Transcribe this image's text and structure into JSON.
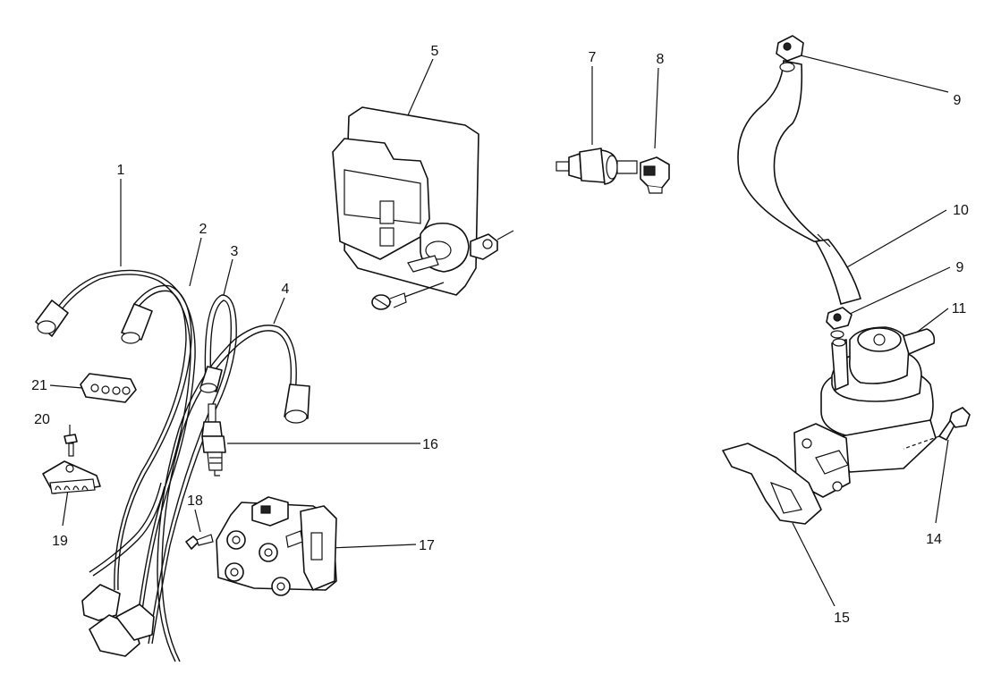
{
  "callouts": [
    {
      "id": "c1",
      "text": "1"
    },
    {
      "id": "c2",
      "text": "2"
    },
    {
      "id": "c3",
      "text": "3"
    },
    {
      "id": "c4",
      "text": "4"
    },
    {
      "id": "c5",
      "text": "5"
    },
    {
      "id": "c7",
      "text": "7"
    },
    {
      "id": "c8",
      "text": "8"
    },
    {
      "id": "c9a",
      "text": "9"
    },
    {
      "id": "c9b",
      "text": "9"
    },
    {
      "id": "c10",
      "text": "10"
    },
    {
      "id": "c11",
      "text": "11"
    },
    {
      "id": "c14",
      "text": "14"
    },
    {
      "id": "c15",
      "text": "15"
    },
    {
      "id": "c16",
      "text": "16"
    },
    {
      "id": "c17",
      "text": "17"
    },
    {
      "id": "c18",
      "text": "18"
    },
    {
      "id": "c19",
      "text": "19"
    },
    {
      "id": "c20",
      "text": "20"
    },
    {
      "id": "c21",
      "text": "21"
    }
  ]
}
